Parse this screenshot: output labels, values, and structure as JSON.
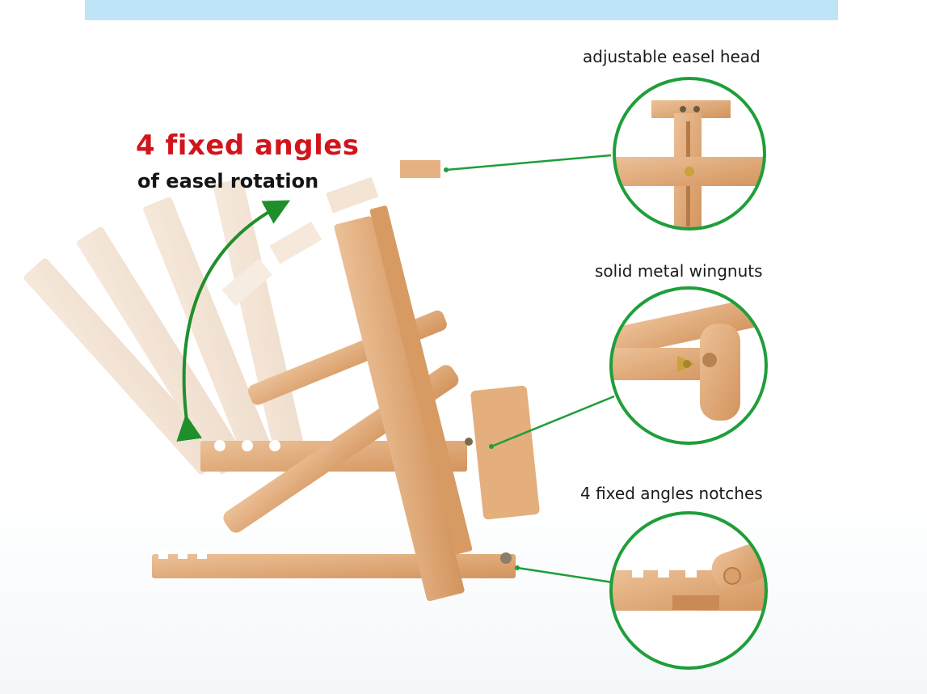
{
  "headline": {
    "title": "4 fixed angles",
    "subtitle": "of easel rotation"
  },
  "callouts": [
    {
      "label": "adjustable easel head"
    },
    {
      "label": "solid metal wingnuts"
    },
    {
      "label": "4 fixed angles notches"
    }
  ],
  "colors": {
    "banner": "#bfe4f8",
    "title_red": "#d0161c",
    "callout_green": "#1f9e3a",
    "wood": "#dfa572",
    "wood_dark": "#c98a55"
  }
}
